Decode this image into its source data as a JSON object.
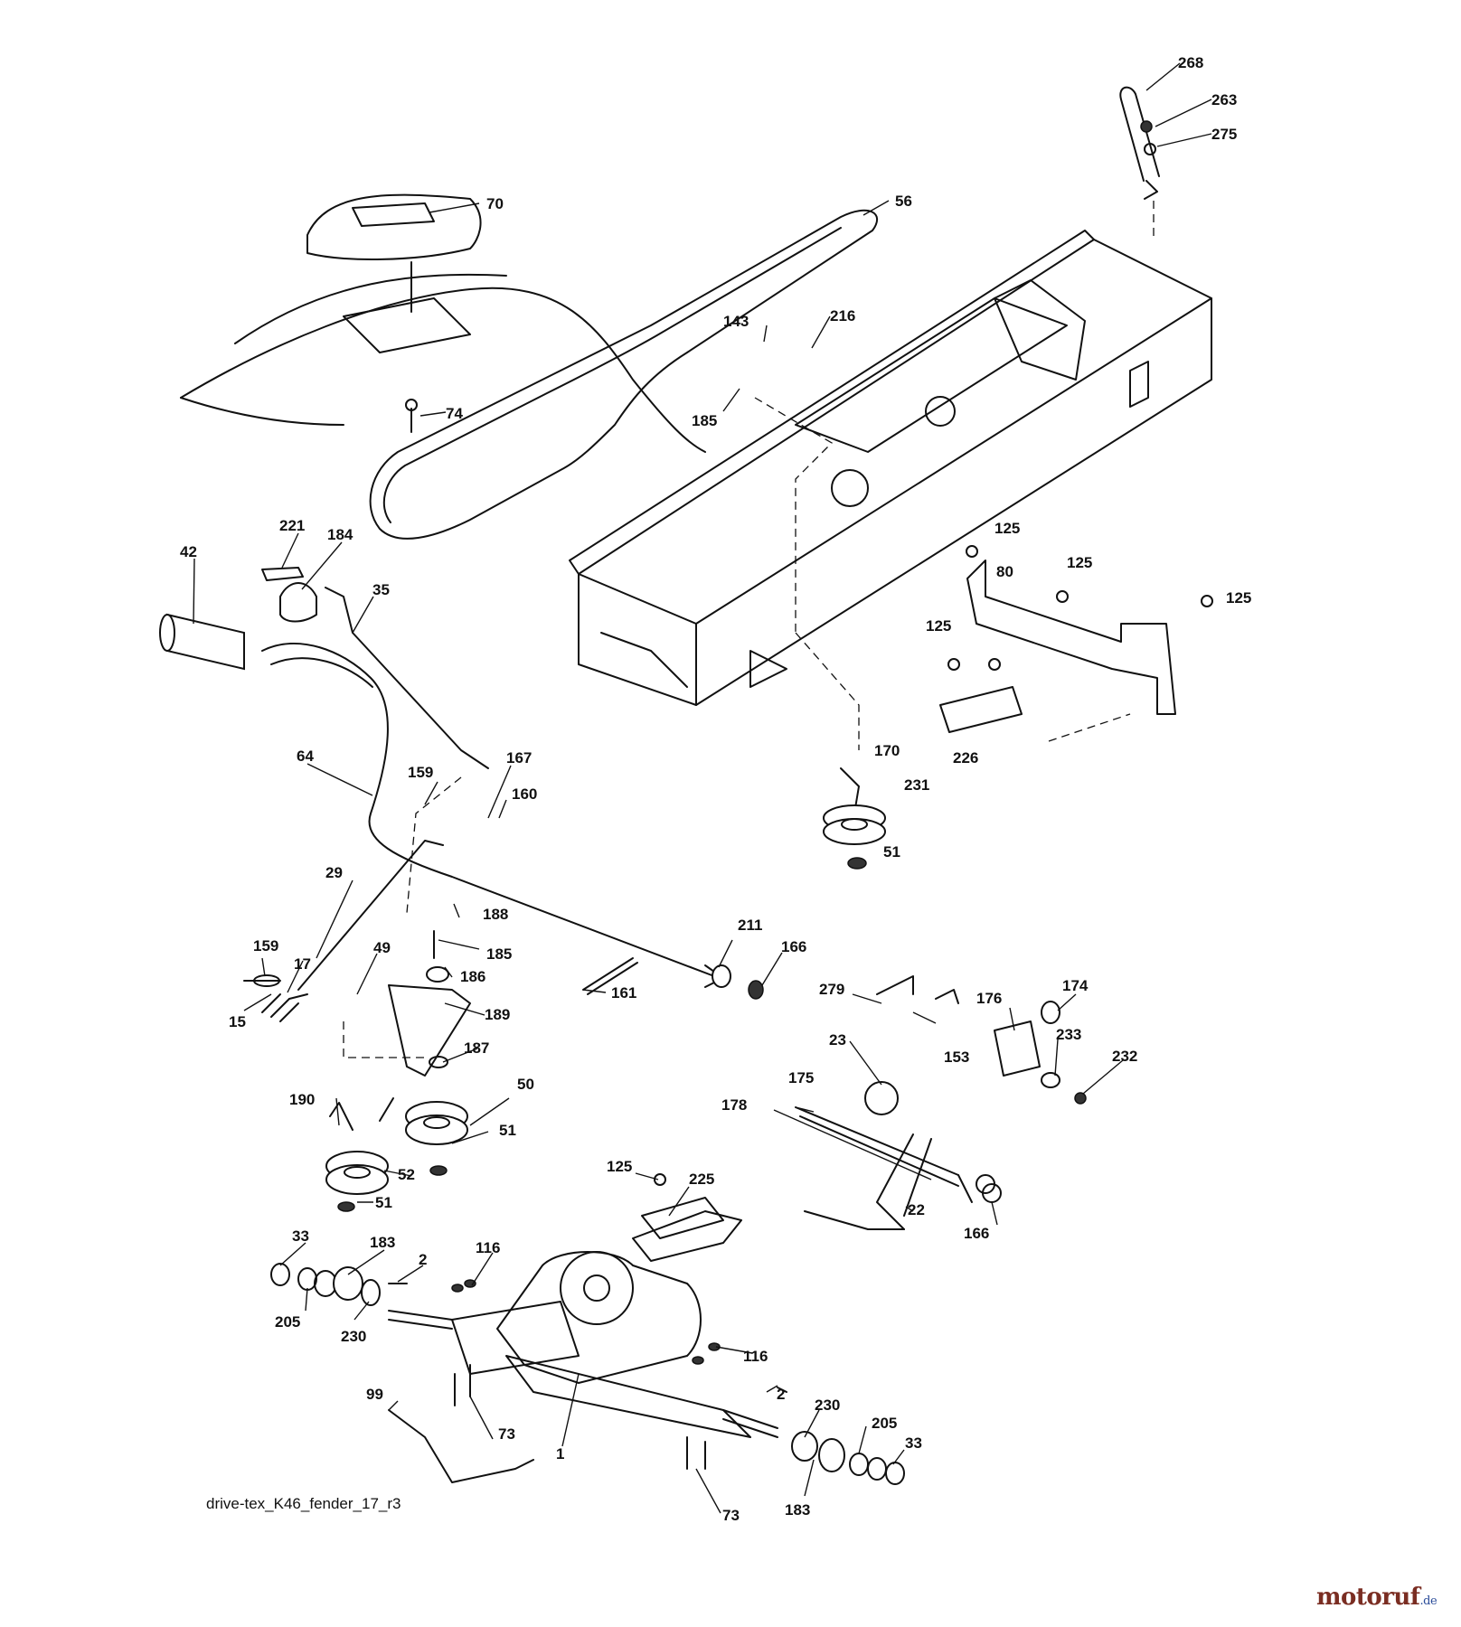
{
  "caption": "drive-tex_K46_fender_17_r3",
  "watermark": {
    "name": "motoruf",
    "tld": ".de"
  },
  "callouts": [
    "268",
    "263",
    "275",
    "70",
    "56",
    "216",
    "143",
    "185",
    "74",
    "221",
    "184",
    "42",
    "35",
    "125",
    "80",
    "125",
    "125",
    "125",
    "226",
    "170",
    "231",
    "51",
    "64",
    "159",
    "167",
    "160",
    "29",
    "188",
    "185",
    "186",
    "189",
    "49",
    "211",
    "166",
    "161",
    "159",
    "17",
    "15",
    "187",
    "279",
    "176",
    "174",
    "153",
    "23",
    "233",
    "232",
    "175",
    "178",
    "50",
    "51",
    "190",
    "52",
    "51",
    "125",
    "225",
    "22",
    "166",
    "33",
    "183",
    "116",
    "2",
    "205",
    "230",
    "116",
    "2",
    "230",
    "205",
    "33",
    "99",
    "73",
    "1",
    "73",
    "183"
  ]
}
